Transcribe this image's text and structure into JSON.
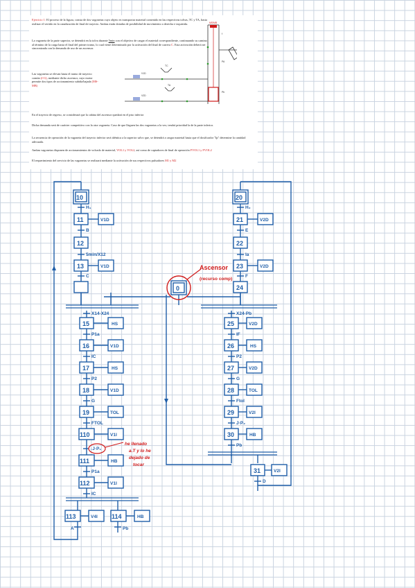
{
  "statement": {
    "p1_red": "Ejercicio 1:",
    "p1": "El proceso de la figura, consta de dos vagonetas cuyo objeto es transportar material contenido en las respectivas tolvas, TC y TA, hasta realizar el vertido en la canalización de final de trayecto. Ambas están dotadas de posibilidad de movimiento a derecha e izquierda.",
    "p2a": "La vagoneta de la parte superior, se detendrá en la tolva durante",
    "p2b": "5min",
    "p2c": "con el objetivo de cargar el material correspondiente, continuando su camino al término de la carga hasta el final del primer tramo, lo cual viene determinado por la activación del final de carrera",
    "p2d": "C",
    "p2e": ". Esta activación deberá ser sincronizada con la demanda de uso de un ascensor.",
    "p3a": "Las vagonetas se elevan hasta el tramo de trayecto común",
    "p3b": "(f-G)",
    "p3c": ", mediante dicho ascensor, cuyo motor permite dos tipos de accionamiento subida/bajada",
    "p3d": "(MS-MB)",
    "p4": "En el trayecto de regreso, se considerará que la cabina del ascensor quedará en el piso inferior",
    "p5": "Dicha demanda será de carácter competitivo con la otra vagoneta. Caso de que lleguen las dos vagonetas a la vez, tendrá prioridad la de la parte inferior.",
    "p6": "La secuencia de operación de la vagoneta del trayecto inferior será idéntica a la superior salvo que, se detendrá a cargar material hasta que el dosificador \"Ip\" determine la cantidad adecuada.",
    "p7a": "Ambas vagonetas disponen de accionamientos de volcado de material,",
    "p7b": "VOL1 y VOL2",
    "p7c": ", así como de captadores de final de operación",
    "p7d": "FVOL1 y FVOL2",
    "p8a": "El requerimiento del servicio de las vagonetas se realizará mediante la activación de sus respectivos pulsadores",
    "p8b": "M1 y M2"
  },
  "figure": {
    "ms_mb": "MS/MB",
    "f": "f",
    "pa": "PA",
    "pb": "Pb",
    "tc": "TC",
    "ta": "TA",
    "v1d": "V1D",
    "v2d": "V2D"
  },
  "annotations": {
    "ascensor": "Ascensor",
    "recurso": "(recurso comp)",
    "note_l1": "he llenado",
    "note_l2": "a.T y lo he",
    "note_l3": "dejado de",
    "note_l4": "tocar"
  },
  "grafcet": {
    "shared": "0",
    "left": {
      "s10": "10",
      "t_h1": "H₁",
      "s11": "11",
      "a11": "V1D",
      "t_b": "B",
      "s12": "12",
      "t_smin": "5min/X12",
      "s13": "13",
      "a13": "V1D",
      "t_c": "C",
      "t_join": "X14·X24",
      "s15": "15",
      "a15": "HS",
      "t_p1a": "P1a",
      "s16": "16",
      "a16": "V1D",
      "t_ic": "IC",
      "s17": "17",
      "a17": "HS",
      "t_p2": "P2",
      "s18": "18",
      "a18": "V1D",
      "t_g": "G",
      "s19": "19",
      "a19": "TOL",
      "t_ftol": "FTOL",
      "s110": "110",
      "a110": "V1I",
      "t_jp": "↓J·P₁",
      "s111": "111",
      "a111": "HB",
      "t_p1b": "P1a",
      "s112": "112",
      "a112": "V1I",
      "t_ic2": "IC",
      "s113": "113",
      "a113": "V4I",
      "t_a": "A",
      "s114": "114",
      "a114": "HB",
      "t_pb": "Pb"
    },
    "right": {
      "s20": "20",
      "t_h2": "H₂",
      "s21": "21",
      "a21": "V2D",
      "t_e": "E",
      "s22": "22",
      "t_la": "la",
      "s23": "23",
      "a23": "V2D",
      "t_f": "F",
      "s24": "24",
      "t_join": "X24·Pb",
      "s25": "25",
      "a25": "V2D",
      "t_if": "IF",
      "s26": "26",
      "a26": "HS",
      "t_p2": "P2",
      "s27": "27",
      "a27": "V2D",
      "t_g": "G",
      "s28": "28",
      "a28": "TOL",
      "t_ftol": "Ftol",
      "s29": "29",
      "a29": "V2I",
      "t_jp": "J·P₂",
      "s30": "30",
      "a30": "HB",
      "t_pb": "Pb",
      "s31": "31",
      "a31": "V2I",
      "t_d": "D"
    }
  }
}
